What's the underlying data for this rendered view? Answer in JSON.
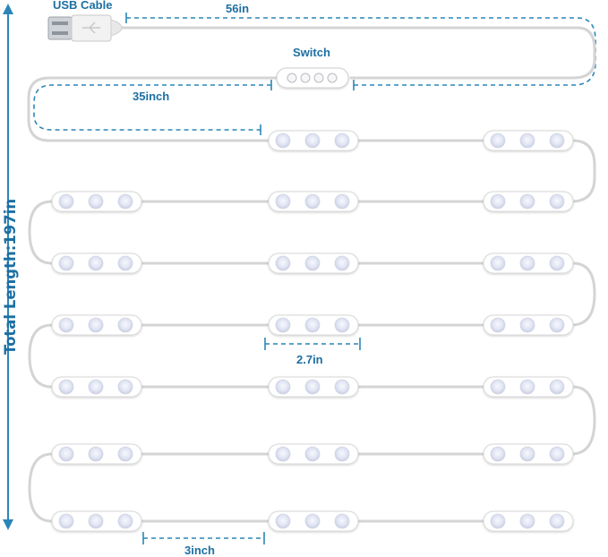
{
  "labels": {
    "usb_cable": "USB Cable",
    "switch": "Switch",
    "len_56": "56in",
    "len_35": "35inch",
    "total": "Total Length:197in",
    "module_width": "2.7in",
    "spacing": "3inch"
  },
  "colors": {
    "accent": "#1d6fa3",
    "wire": "#d4d4d4",
    "module": "#ffffff",
    "led": "#dfe3f2"
  },
  "icons": {
    "usb_plug": "usb-plug-icon",
    "switch_buttons": [
      "power-icon",
      "minus-icon",
      "brightness-icon",
      "color-icon"
    ]
  },
  "leds_per_module": 3
}
